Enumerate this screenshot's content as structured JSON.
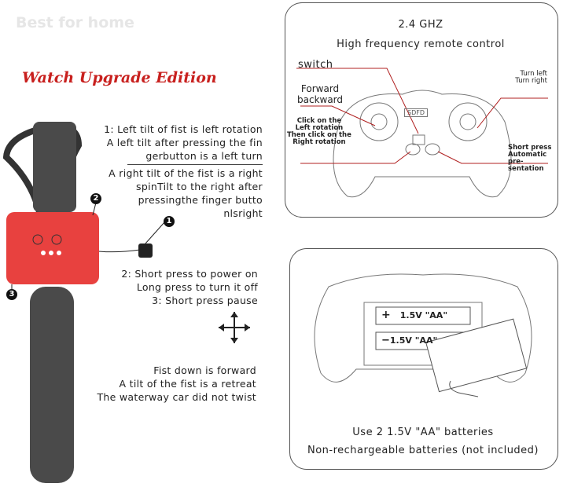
{
  "watermark": "Best for home",
  "title": "Watch Upgrade Edition",
  "instructions": {
    "left_1": "1: Left tilt of fist is left rotation",
    "left_2": "A left tilt after pressing the fin",
    "left_3": "gerbutton is a left turn",
    "right_1": "A right tilt of the fist is a right",
    "right_2": "spinTilt to the right after",
    "right_3": "pressingthe finger butto",
    "right_4": "nlsright",
    "power_1": "2: Short press to power on",
    "power_2": "Long press to turn it off",
    "power_3": "3: Short press pause",
    "move_1": "Fist down is forward",
    "move_2": "A tilt of the fist is a retreat",
    "move_3": "The waterway car did not twist"
  },
  "markers": [
    "1",
    "2",
    "3"
  ],
  "remote": {
    "freq": "2.4 GHZ",
    "name": "High frequency remote control",
    "switch": "switch",
    "forward": "Forward",
    "backward": "backward",
    "click_1": "Click on the",
    "click_2": "Left rotation",
    "click_3": "Then click on the",
    "click_4": "Right rotation",
    "turn_left": "Turn left",
    "turn_right": "Turn right",
    "short_1": "Short press",
    "short_2": "Automatic pre-",
    "short_3": "sentation",
    "logo": "SDFD"
  },
  "battery": {
    "cell_plus": "+",
    "cell_label_1": "1.5V \"AA\"",
    "cell_minus": "−",
    "cell_label_2": "1.5V \"AA\"",
    "use": "Use 2 1.5V \"AA\" batteries",
    "note": "Non-rechargeable batteries (not included)"
  },
  "colors": {
    "accent": "#c8201e",
    "watch": "#e8413f"
  }
}
